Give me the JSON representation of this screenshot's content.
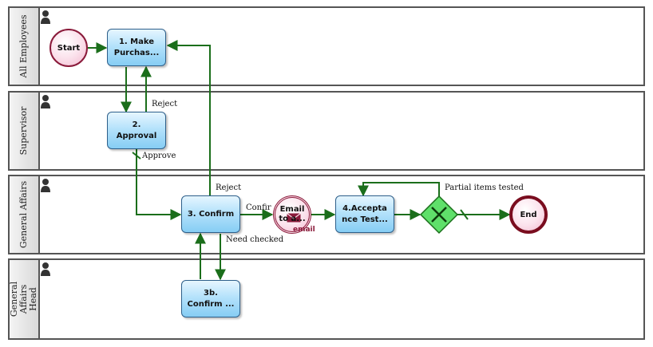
{
  "lanes": [
    {
      "id": "all",
      "label": "All Employees"
    },
    {
      "id": "sup",
      "label": "Supervisor"
    },
    {
      "id": "ga",
      "label": "General Affairs"
    },
    {
      "id": "gah",
      "label": "General Affairs\nHead"
    }
  ],
  "nodes": {
    "start": {
      "label": "Start"
    },
    "make_purchase": {
      "label": "1. Make\nPurchas..."
    },
    "approval": {
      "label": "2.\nApproval"
    },
    "confirm": {
      "label": "3. Confirm"
    },
    "email": {
      "label": "Email\nto a...",
      "sub_label": "email"
    },
    "acceptance_test": {
      "label": "4.Accepta\nnce Test..."
    },
    "confirm_b": {
      "label": "3b.\nConfirm ..."
    },
    "end": {
      "label": "End"
    }
  },
  "edge_labels": {
    "reject_1": "Reject",
    "approve": "Approve",
    "reject_2": "Reject",
    "confirm_out": "Confir",
    "need_checked": "Need checked",
    "partial": "Partial items tested"
  },
  "colors": {
    "flow": "#1b6e1b",
    "task_border": "#2d5f8a",
    "event_border": "#8a1a3a",
    "gateway": "#3fcf4a"
  }
}
